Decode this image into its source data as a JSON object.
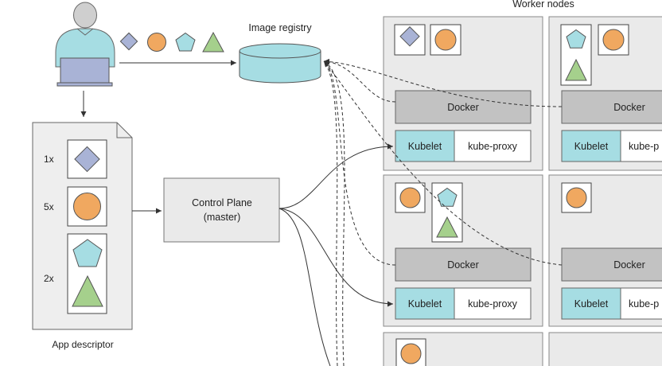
{
  "labels": {
    "worker_nodes": "Worker nodes",
    "image_registry": "Image registry",
    "app_descriptor": "App descriptor",
    "control_plane_line1": "Control Plane",
    "control_plane_line2": "(master)",
    "docker": "Docker",
    "kubelet": "Kubelet",
    "kube_proxy": "kube-proxy",
    "kube_proxy_cut": "kube-p"
  },
  "descriptor": {
    "replicas": [
      {
        "count": "1x",
        "shape": "diamond-icon"
      },
      {
        "count": "5x",
        "shape": "circle-icon"
      },
      {
        "count": "2x",
        "shape": "pentagon-triangle-icons"
      }
    ]
  },
  "colors": {
    "diamond": "#a9b3d6",
    "circle": "#f0a860",
    "teal": "#a6dde3",
    "triangle": "#a5d08c",
    "node_bg": "#eaeaea",
    "docker_bg": "#c2c2c2",
    "descriptor_bg": "#eeeeee",
    "user_shirt": "#a6dde3",
    "user_head": "#cfcfcf",
    "laptop": "#a9b3d6"
  }
}
